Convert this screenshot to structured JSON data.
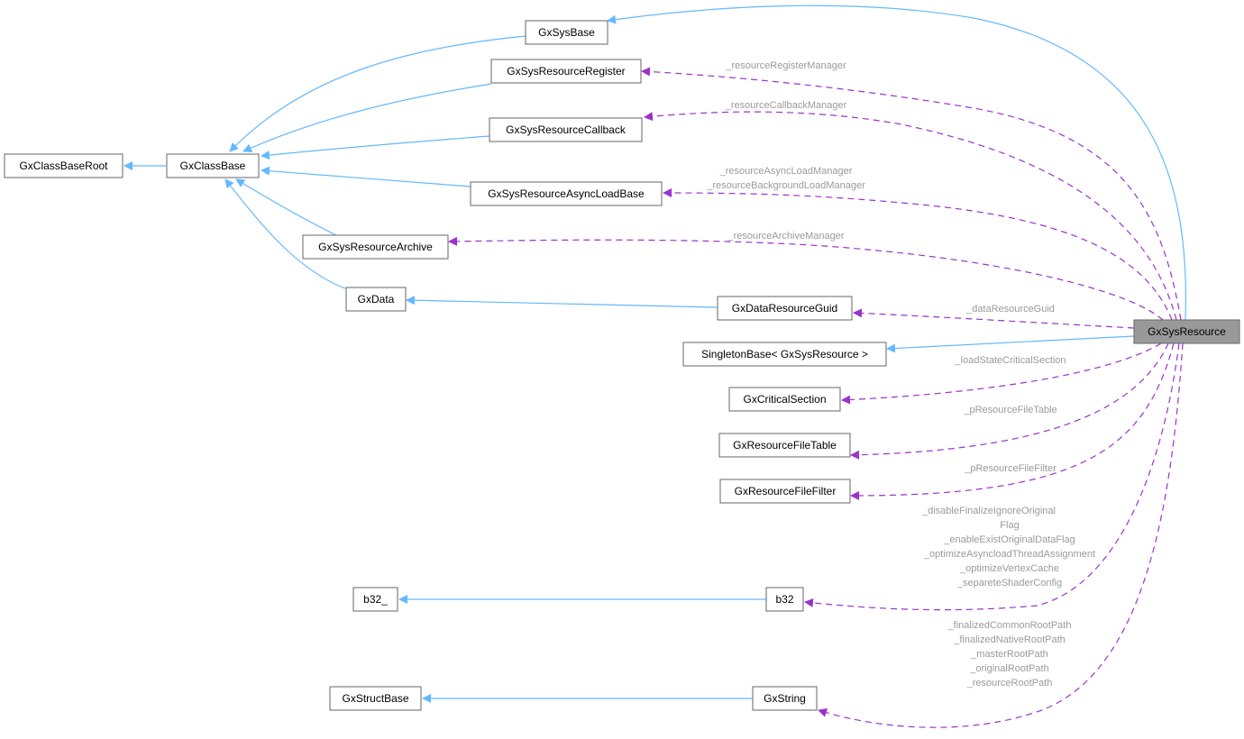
{
  "diagram": {
    "title": "GxSysResource collaboration graph",
    "focus_node": "GxSysResource",
    "colors": {
      "inheritance_edge": "#63b8ff",
      "usage_edge": "#9a32cd",
      "focus_fill": "#999999",
      "node_border": "#666666",
      "edge_label": "#9a9a9a"
    },
    "nodes": [
      {
        "id": "GxClassBaseRoot",
        "label": "GxClassBaseRoot"
      },
      {
        "id": "GxClassBase",
        "label": "GxClassBase"
      },
      {
        "id": "GxSysBase",
        "label": "GxSysBase"
      },
      {
        "id": "GxSysResourceRegister",
        "label": "GxSysResourceRegister"
      },
      {
        "id": "GxSysResourceCallback",
        "label": "GxSysResourceCallback"
      },
      {
        "id": "GxSysResourceAsyncLoadBase",
        "label": "GxSysResourceAsyncLoadBase"
      },
      {
        "id": "GxSysResourceArchive",
        "label": "GxSysResourceArchive"
      },
      {
        "id": "GxData",
        "label": "GxData"
      },
      {
        "id": "GxDataResourceGuid",
        "label": "GxDataResourceGuid"
      },
      {
        "id": "SingletonBase",
        "label": "SingletonBase< GxSysResource >"
      },
      {
        "id": "GxCriticalSection",
        "label": "GxCriticalSection"
      },
      {
        "id": "GxResourceFileTable",
        "label": "GxResourceFileTable"
      },
      {
        "id": "GxResourceFileFilter",
        "label": "GxResourceFileFilter"
      },
      {
        "id": "b32_",
        "label": "b32_"
      },
      {
        "id": "b32",
        "label": "b32"
      },
      {
        "id": "GxStructBase",
        "label": "GxStructBase"
      },
      {
        "id": "GxString",
        "label": "GxString"
      },
      {
        "id": "GxSysResource",
        "label": "GxSysResource"
      }
    ],
    "inheritance_edges": [
      {
        "from": "GxClassBase",
        "to": "GxClassBaseRoot"
      },
      {
        "from": "GxSysBase",
        "to": "GxClassBase"
      },
      {
        "from": "GxSysResourceRegister",
        "to": "GxClassBase"
      },
      {
        "from": "GxSysResourceCallback",
        "to": "GxClassBase"
      },
      {
        "from": "GxSysResourceAsyncLoadBase",
        "to": "GxClassBase"
      },
      {
        "from": "GxSysResourceArchive",
        "to": "GxClassBase"
      },
      {
        "from": "GxData",
        "to": "GxClassBase"
      },
      {
        "from": "GxDataResourceGuid",
        "to": "GxData"
      },
      {
        "from": "b32",
        "to": "b32_"
      },
      {
        "from": "GxString",
        "to": "GxStructBase"
      },
      {
        "from": "GxSysResource",
        "to": "GxSysBase"
      },
      {
        "from": "GxSysResource",
        "to": "SingletonBase"
      }
    ],
    "usage_edges": [
      {
        "to": "GxSysResourceRegister",
        "labels": [
          "_resourceRegisterManager"
        ]
      },
      {
        "to": "GxSysResourceCallback",
        "labels": [
          "_resourceCallbackManager"
        ]
      },
      {
        "to": "GxSysResourceAsyncLoadBase",
        "labels": [
          "_resourceAsyncLoadManager",
          "_resourceBackgroundLoadManager"
        ]
      },
      {
        "to": "GxSysResourceArchive",
        "labels": [
          "_resourceArchiveManager"
        ]
      },
      {
        "to": "GxDataResourceGuid",
        "labels": [
          "_dataResourceGuid"
        ]
      },
      {
        "to": "GxCriticalSection",
        "labels": [
          "_loadStateCriticalSection"
        ]
      },
      {
        "to": "GxResourceFileTable",
        "labels": [
          "_pResourceFileTable"
        ]
      },
      {
        "to": "GxResourceFileFilter",
        "labels": [
          "_pResourceFileFilter"
        ]
      },
      {
        "to": "b32",
        "labels": [
          "_disableFinalizeIgnoreOriginal",
          "Flag",
          "_enableExistOriginalDataFlag",
          "_optimizeAsyncloadThreadAssignment",
          "_optimizeVertexCache",
          "_separeteShaderConfig"
        ]
      },
      {
        "to": "GxString",
        "labels": [
          "_finalizedCommonRootPath",
          "_finalizedNativeRootPath",
          "_masterRootPath",
          "_originalRootPath",
          "_resourceRootPath"
        ]
      }
    ]
  }
}
